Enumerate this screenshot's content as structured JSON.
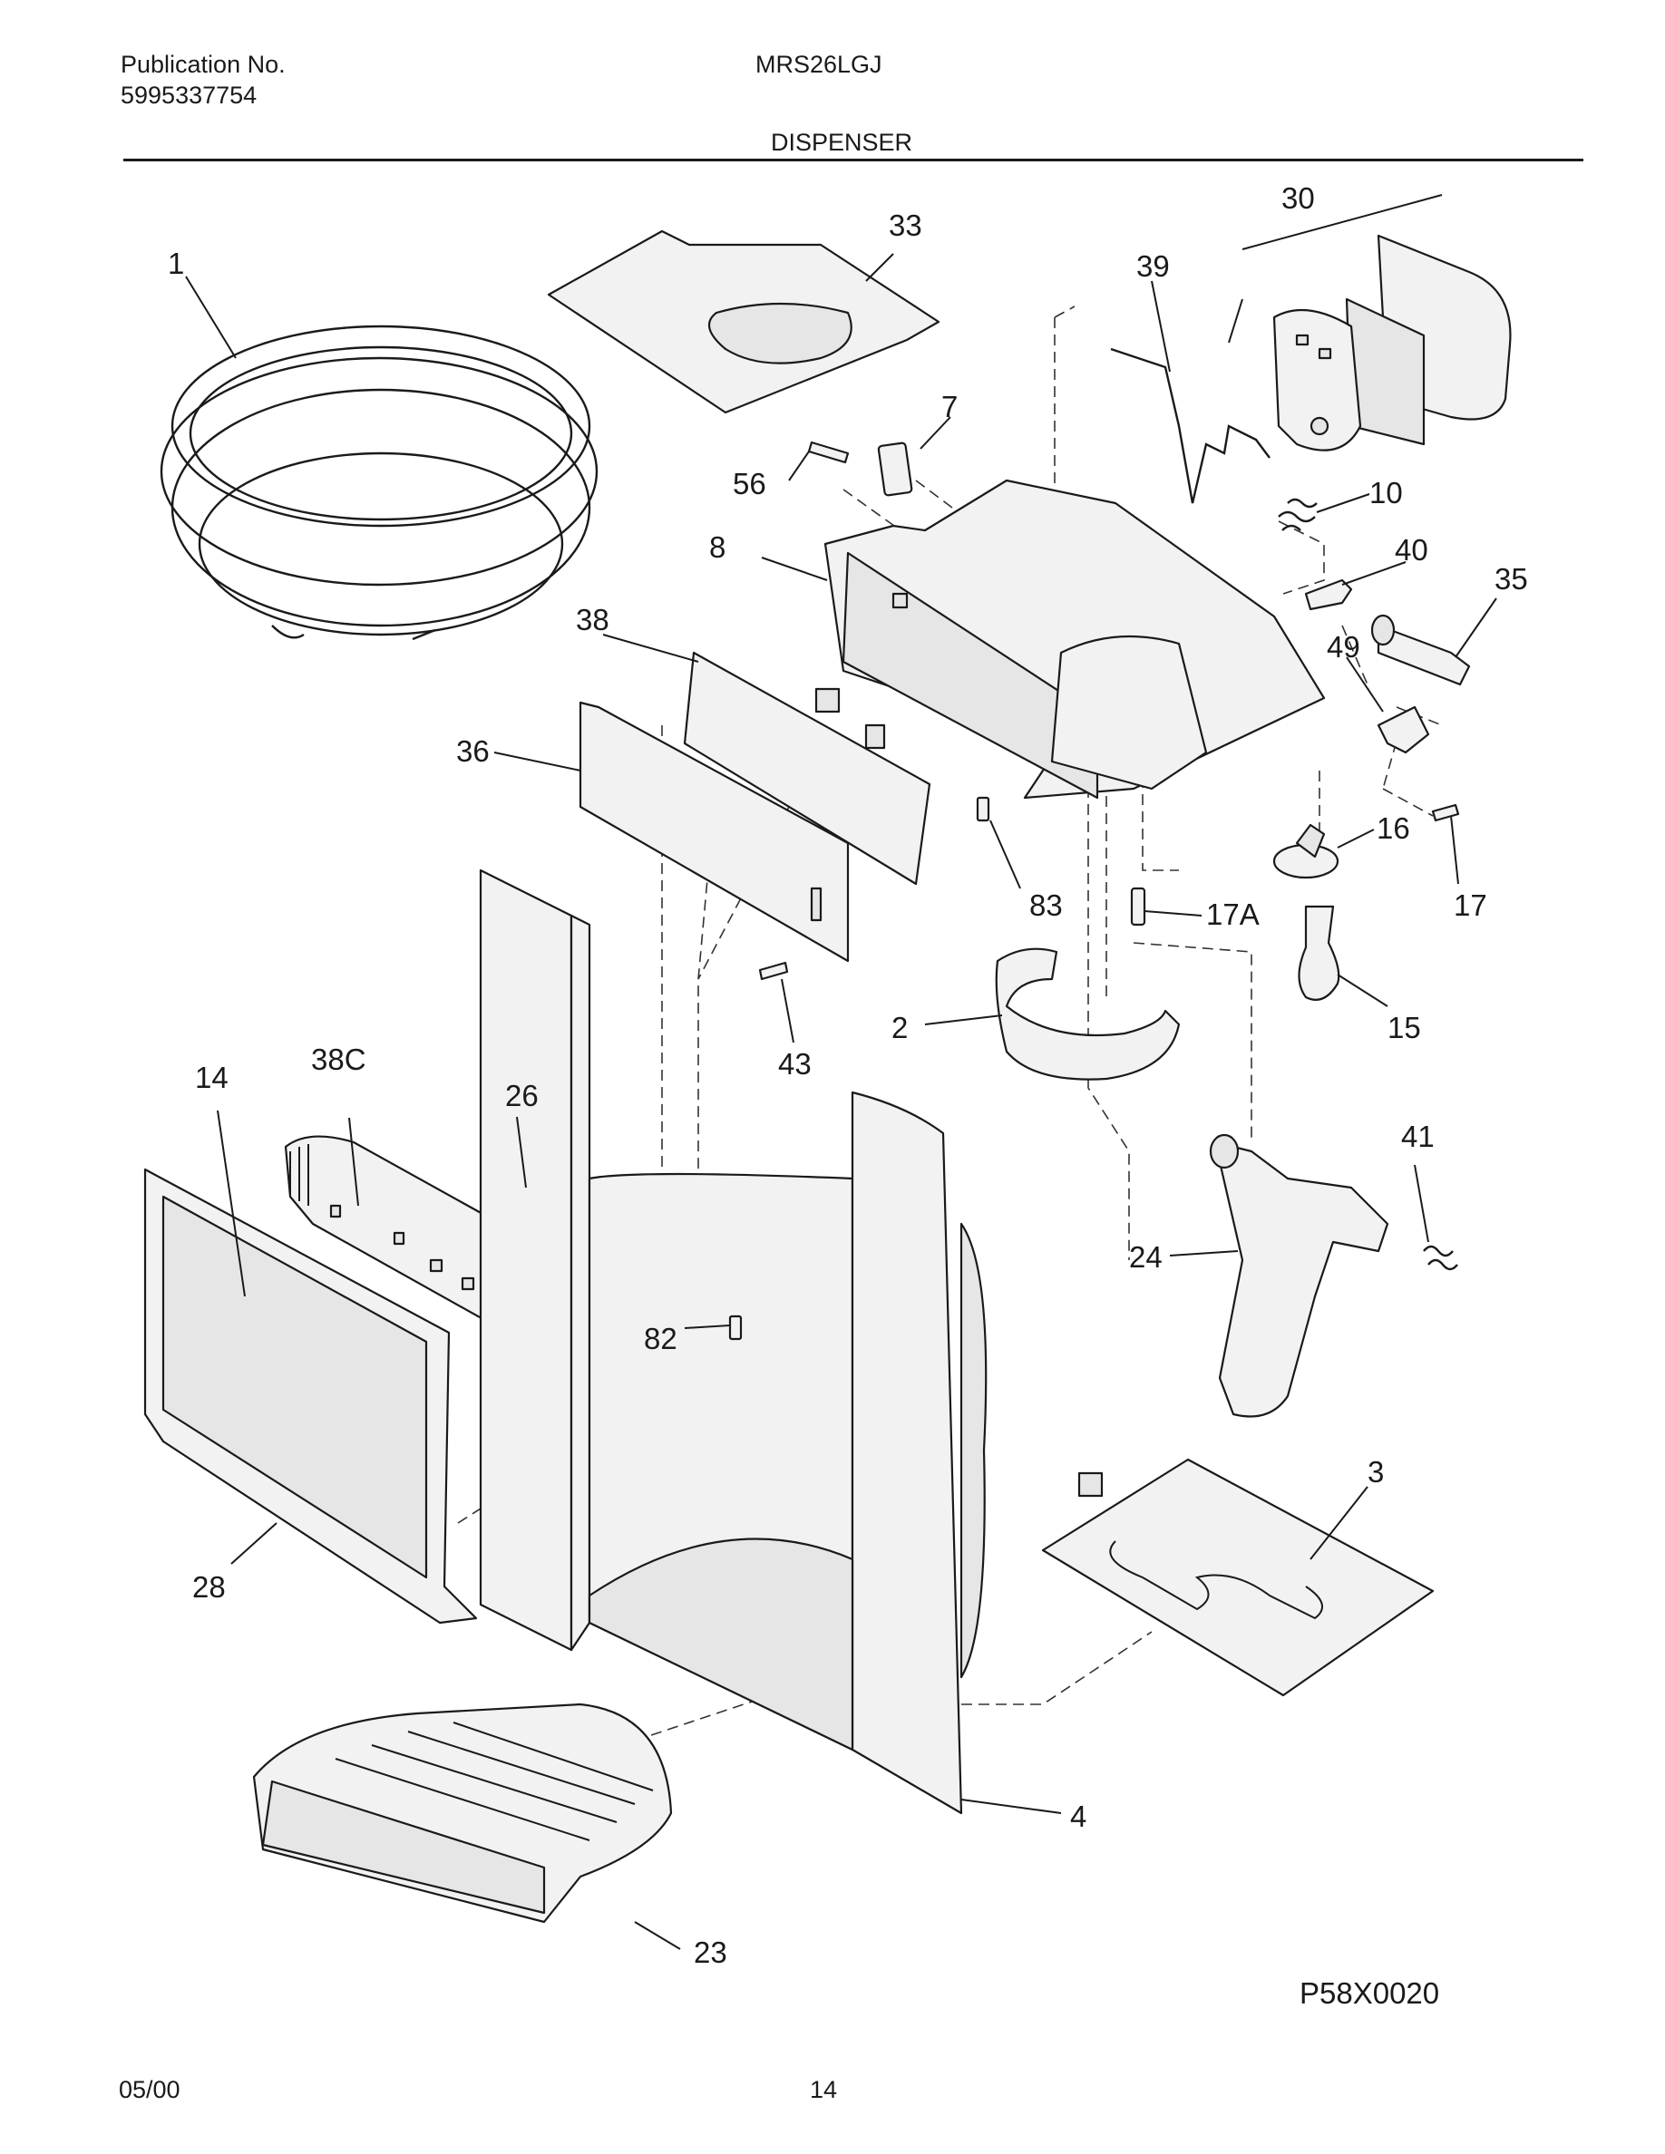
{
  "header": {
    "publication_label": "Publication No.",
    "publication_number": "5995337754",
    "model": "MRS26LGJ",
    "section": "DISPENSER"
  },
  "footer": {
    "date": "05/00",
    "page": "14",
    "figure_code": "P58X0020"
  },
  "parts": [
    {
      "id": "1",
      "label": "1"
    },
    {
      "id": "2",
      "label": "2"
    },
    {
      "id": "3",
      "label": "3"
    },
    {
      "id": "4",
      "label": "4"
    },
    {
      "id": "7",
      "label": "7"
    },
    {
      "id": "8",
      "label": "8"
    },
    {
      "id": "10",
      "label": "10"
    },
    {
      "id": "14",
      "label": "14"
    },
    {
      "id": "15",
      "label": "15"
    },
    {
      "id": "16",
      "label": "16"
    },
    {
      "id": "17",
      "label": "17"
    },
    {
      "id": "17A",
      "label": "17A"
    },
    {
      "id": "23",
      "label": "23"
    },
    {
      "id": "24",
      "label": "24"
    },
    {
      "id": "26",
      "label": "26"
    },
    {
      "id": "28",
      "label": "28"
    },
    {
      "id": "30",
      "label": "30"
    },
    {
      "id": "33",
      "label": "33"
    },
    {
      "id": "35",
      "label": "35"
    },
    {
      "id": "36",
      "label": "36"
    },
    {
      "id": "38",
      "label": "38"
    },
    {
      "id": "38C",
      "label": "38C"
    },
    {
      "id": "39",
      "label": "39"
    },
    {
      "id": "40",
      "label": "40"
    },
    {
      "id": "41",
      "label": "41"
    },
    {
      "id": "43",
      "label": "43"
    },
    {
      "id": "49",
      "label": "49"
    },
    {
      "id": "56",
      "label": "56"
    },
    {
      "id": "82",
      "label": "82"
    },
    {
      "id": "83",
      "label": "83"
    }
  ]
}
